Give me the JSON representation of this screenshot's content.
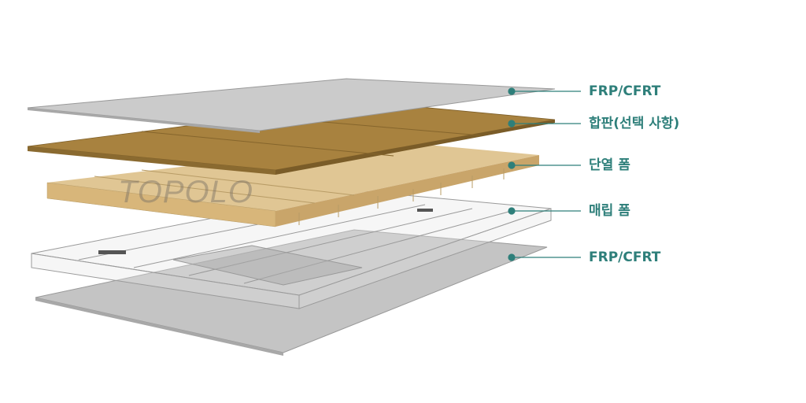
{
  "watermark": "TOPOLO",
  "labels": [
    {
      "text": "FRP/CFRT"
    },
    {
      "text": "합판(선택 사항)"
    },
    {
      "text": "단열 폼"
    },
    {
      "text": "매립 폼"
    },
    {
      "text": "FRP/CFRT"
    }
  ],
  "colors": {
    "accent": "#2e7f7a",
    "sheet": "#c9c9c9",
    "plywood": "#a07a3c",
    "foam": "#dcc08a"
  }
}
